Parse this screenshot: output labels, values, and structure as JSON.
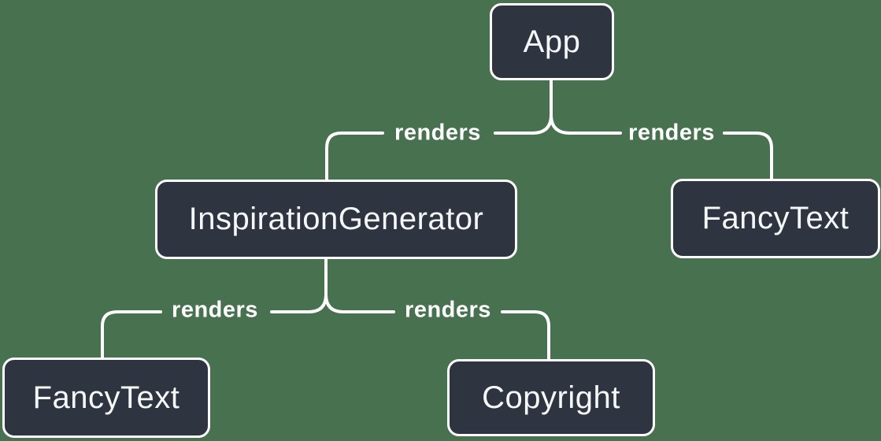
{
  "colors": {
    "background": "#48714F",
    "node_fill": "#2E3540",
    "node_border": "#FFFFFF",
    "edge_line": "#FFFFFF",
    "node_text": "#F6F7F9",
    "edge_label_text": "#FFFFFF"
  },
  "nodes": {
    "app": {
      "label": "App"
    },
    "inspiration_generator": {
      "label": "InspirationGenerator"
    },
    "fancy_text_top": {
      "label": "FancyText"
    },
    "fancy_text_bottom": {
      "label": "FancyText"
    },
    "copyright": {
      "label": "Copyright"
    }
  },
  "edges": {
    "app_to_inspiration_generator": {
      "label": "renders"
    },
    "app_to_fancy_text": {
      "label": "renders"
    },
    "inspiration_generator_to_fancy_text": {
      "label": "renders"
    },
    "inspiration_generator_to_copyright": {
      "label": "renders"
    }
  }
}
